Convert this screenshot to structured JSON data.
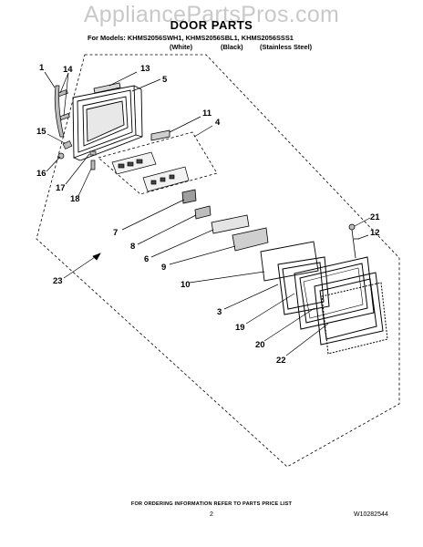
{
  "watermark": "AppliancePartsPros.com",
  "title": "DOOR PARTS",
  "models_line": "For Models: KHMS2056SWH1, KHMS2056SBL1, KHMS2056SSS1",
  "variants": [
    "(White)",
    "(Black)",
    "(Stainless Steel)"
  ],
  "callouts": [
    "1",
    "14",
    "13",
    "5",
    "11",
    "4",
    "15",
    "16",
    "17",
    "18",
    "7",
    "8",
    "6",
    "9",
    "10",
    "23",
    "3",
    "19",
    "20",
    "22",
    "21",
    "12"
  ],
  "footer_note": "FOR ORDERING INFORMATION REFER TO PARTS PRICE LIST",
  "page_number": "2",
  "doc_id": "W10282544"
}
